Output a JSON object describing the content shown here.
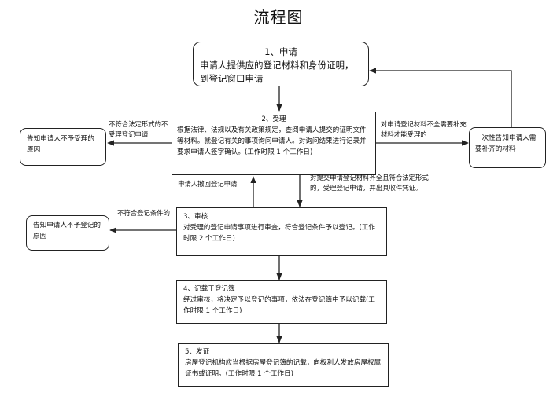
{
  "title": "流程图",
  "steps": [
    {
      "heading": "1、申请",
      "body": "申请人提供应的登记材料和身份证明，到登记窗口申请"
    },
    {
      "heading": "2、受理",
      "body": "根据法律、法规以及有关政策规定，查阅申请人提交的证明文件等材料。就登记有关的事项询问申请人。对询问结果进行记录并要求申请人签字确认。(工作时限 1 个工作日)"
    },
    {
      "heading": "3、审核",
      "body": "对受理的登记申请事项进行审查，符合登记条件予以登记。(工作时限 2 个工作日)"
    },
    {
      "heading": "4、记载于登记簿",
      "body": "经过审核，将决定予以登记的事项，依法在登记簿中予以记载(工作时限 1 个工作日)"
    },
    {
      "heading": "5、发证",
      "body": "房屋登记机构应当根据房屋登记簿的记载，向权利人发放房屋权属证书或证明。(工作时限 1 个工作日)"
    }
  ],
  "side_boxes": {
    "reject_accept": "告知申请人不予受理的原因",
    "reject_register": "告知申请人不予登记的原因",
    "notify_supplement": "一次性告知申请人需要补齐的材料"
  },
  "edge_labels": {
    "not_legal_form": "不符合法定形式的不受理登记申请",
    "incomplete_materials": "对申请登记材料不全需要补充材料才能受理的",
    "withdraw": "申请人撤回登记申请",
    "accept_complete": "对提交申请登记材料齐全且符合法定形式的，受理登记申请，并出具收件凭证。",
    "not_qualified": "不符合登记条件的"
  },
  "colors": {
    "line": "#222222",
    "text": "#111111"
  }
}
